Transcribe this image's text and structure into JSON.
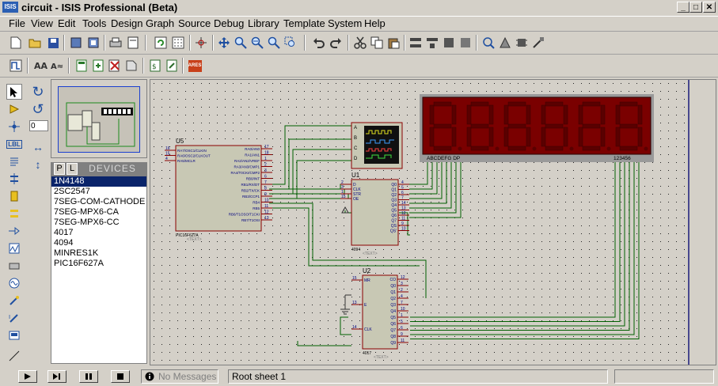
{
  "window": {
    "app_icon_text": "ISIS",
    "title": "circuit - ISIS Professional (Beta)",
    "controls": {
      "minimize": "_",
      "maximize": "□",
      "close": "✕"
    }
  },
  "menu": [
    "File",
    "View",
    "Edit",
    "Tools",
    "Design",
    "Graph",
    "Source",
    "Debug",
    "Library",
    "Template",
    "System",
    "Help"
  ],
  "toolbar1": {
    "icons": [
      "new-file-icon",
      "open-file-icon",
      "save-icon",
      "import-icon",
      "export-icon",
      "print-icon",
      "print-area-icon",
      "refresh-icon",
      "grid-icon",
      "origin-icon",
      "pan-icon",
      "zoom-in-icon",
      "zoom-out-icon",
      "zoom-all-icon",
      "zoom-area-icon",
      "undo-icon",
      "redo-icon",
      "cut-icon",
      "copy-icon",
      "paste-icon",
      "block-copy-icon",
      "block-move-icon",
      "block-rotate-icon",
      "block-delete-icon",
      "pick-device-icon",
      "make-device-icon",
      "decompose-icon",
      "packaging-icon"
    ]
  },
  "toolbar2": {
    "icons": [
      "wire-autorouter-icon",
      "search-tag-icon",
      "property-assign-icon",
      "new-sheet-icon",
      "remove-sheet-icon",
      "exit-sheet-icon",
      "bill-of-materials-icon",
      "electrical-rules-icon",
      "netlist-to-ares-icon"
    ],
    "ares_label": "ARES"
  },
  "left_tools": [
    "selection-mode-icon",
    "component-mode-icon",
    "junction-dot-icon",
    "wire-label-icon",
    "text-script-icon",
    "bus-icon",
    "subcircuit-icon",
    "terminals-icon",
    "device-pins-icon",
    "graph-icon",
    "tape-recorder-icon",
    "generator-icon",
    "voltage-probe-icon",
    "current-probe-icon",
    "virtual-instruments-icon",
    "line-icon"
  ],
  "left_labels": {
    "wire_label": "LBL"
  },
  "rotation": {
    "rotate_cw": "↻",
    "rotate_ccw": "↺",
    "angle": "0",
    "mirror_x": "↔",
    "mirror_y": "↕"
  },
  "devices": {
    "tab_p": "P",
    "tab_l": "L",
    "title": "DEVICES",
    "items": [
      "1N4148",
      "2SC2547",
      "7SEG-COM-CATHODE",
      "7SEG-MPX6-CA",
      "7SEG-MPX6-CC",
      "4017",
      "4094",
      "MINRES1K",
      "PIC16F627A"
    ],
    "selected_index": 0
  },
  "schematic": {
    "u5": {
      "ref": "U5",
      "part": "PIC16F627A",
      "text": "<TEXT>",
      "left_pins": [
        {
          "num": "16",
          "name": "RA7/OSC1/CLKIN"
        },
        {
          "num": "15",
          "name": "RA6/OSC2/CLKOUT"
        },
        {
          "num": "4",
          "name": "RA5/MCLR"
        }
      ],
      "right_pins": [
        {
          "num": "17",
          "name": "RA0/AN0"
        },
        {
          "num": "18",
          "name": "RA1/AN1"
        },
        {
          "num": "1",
          "name": "RA2/AN2/VREF"
        },
        {
          "num": "2",
          "name": "RA3/AN3/CMP1"
        },
        {
          "num": "3",
          "name": "RA4/T0CKI/CMP2"
        },
        {
          "num": "6",
          "name": "RB0/INT"
        },
        {
          "num": "7",
          "name": "RB1/RX/DT"
        },
        {
          "num": "8",
          "name": "RB2/TX/CK"
        },
        {
          "num": "9",
          "name": "RB3/CCP1"
        },
        {
          "num": "10",
          "name": "RB4"
        },
        {
          "num": "11",
          "name": "RB5"
        },
        {
          "num": "12",
          "name": "RB6/T1OSO/T1CKI"
        },
        {
          "num": "13",
          "name": "RB7/T1OSI"
        }
      ]
    },
    "u1": {
      "ref": "U1",
      "part": "4094",
      "text": "<TEXT>",
      "left_pins": [
        {
          "num": "2",
          "name": "D"
        },
        {
          "num": "3",
          "name": "CLK"
        },
        {
          "num": "1",
          "name": "STR"
        },
        {
          "num": "15",
          "name": "OE"
        }
      ],
      "right_pins": [
        {
          "num": "4",
          "name": "Q0"
        },
        {
          "num": "5",
          "name": "Q1"
        },
        {
          "num": "6",
          "name": "Q2"
        },
        {
          "num": "7",
          "name": "Q3"
        },
        {
          "num": "14",
          "name": "Q4"
        },
        {
          "num": "13",
          "name": "Q5"
        },
        {
          "num": "12",
          "name": "Q6"
        },
        {
          "num": "11",
          "name": "Q7"
        },
        {
          "num": "9",
          "name": "QS"
        },
        {
          "num": "10",
          "name": "QS'"
        }
      ]
    },
    "u2": {
      "ref": "U2",
      "part": "4017",
      "text": "<TEXT>",
      "left_pins": [
        {
          "num": "15",
          "name": "MR"
        },
        {
          "num": "13",
          "name": "E"
        },
        {
          "num": "14",
          "name": "CLK"
        }
      ],
      "right_pins": [
        {
          "num": "12",
          "name": "CO"
        },
        {
          "num": "3",
          "name": "Q0"
        },
        {
          "num": "2",
          "name": "Q1"
        },
        {
          "num": "4",
          "name": "Q2"
        },
        {
          "num": "7",
          "name": "Q3"
        },
        {
          "num": "10",
          "name": "Q4"
        },
        {
          "num": "1",
          "name": "Q5"
        },
        {
          "num": "5",
          "name": "Q6"
        },
        {
          "num": "6",
          "name": "Q7"
        },
        {
          "num": "9",
          "name": "Q8"
        },
        {
          "num": "11",
          "name": "Q9"
        }
      ]
    },
    "scope": {
      "channels": [
        "A",
        "B",
        "C",
        "D"
      ]
    },
    "display": {
      "digits": [
        "8",
        "8",
        "8",
        "8",
        "8",
        "8"
      ],
      "seg_label": "ABCDEFG DP",
      "digit_label": "123456",
      "colors": {
        "body": "#7a0000",
        "segment_off": "#5a0000",
        "frame": "#9a9a9a"
      }
    },
    "colors": {
      "wire": "#006000",
      "component_body": "#c8c8b4",
      "component_border": "#8a0000",
      "pin_text": "#000080",
      "ref_text": "#000000",
      "grid_dot": "#000000",
      "sheet_border": "#1a1a7a"
    }
  },
  "status": {
    "play_icon": "play-icon",
    "step_icon": "step-icon",
    "pause_icon": "pause-icon",
    "stop_icon": "stop-icon",
    "messages": "No Messages",
    "sheet": "Root sheet 1"
  }
}
